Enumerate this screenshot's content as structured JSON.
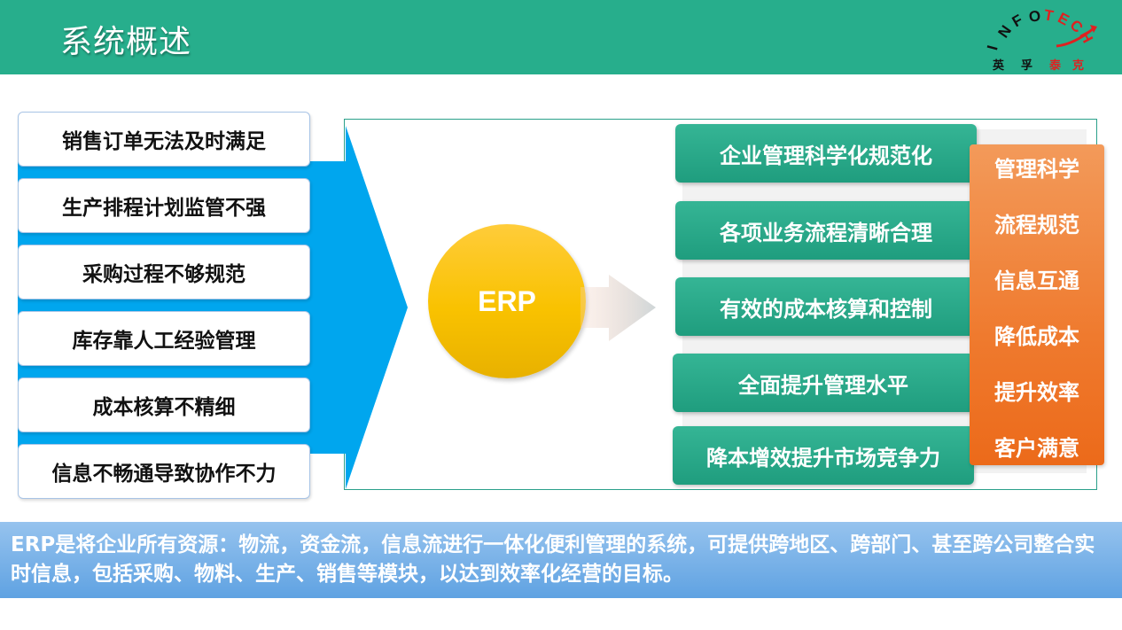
{
  "header": {
    "title": "系统概述",
    "bg_color": "#27ae8c"
  },
  "logo": {
    "letters": [
      "I",
      "N",
      "F",
      "O",
      "T",
      "E",
      "C",
      "H"
    ],
    "cn": [
      "英",
      "孚",
      "泰",
      "克"
    ],
    "accent_color": "#e02020"
  },
  "problems": [
    "销售订单无法及时满足",
    "生产排程计划监管不强",
    "采购过程不够规范",
    "库存靠人工经验管理",
    "成本核算不精细",
    "信息不畅通导致协作不力"
  ],
  "center": {
    "label": "ERP",
    "color": "#f9c200"
  },
  "results": [
    "企业管理科学化规范化",
    "各项业务流程清晰合理",
    "有效的成本核算和控制",
    "全面提升管理水平",
    "降本增效提升市场竞争力"
  ],
  "benefits": [
    "管理科学",
    "流程规范",
    "信息互通",
    "降低成本",
    "提升效率",
    "客户满意"
  ],
  "summary": {
    "text": "ERP是将企业所有资源：物流，资金流，信息流进行一体化便利管理的系统，可提供跨地区、跨部门、甚至跨公司整合实时信息，包括采购、物料、生产、销售等模块，以达到效率化经营的目标。"
  },
  "colors": {
    "arrow_blue": "#00a6ee",
    "result_green": "#27a887",
    "benefit_orange": "#ef7a2e"
  }
}
